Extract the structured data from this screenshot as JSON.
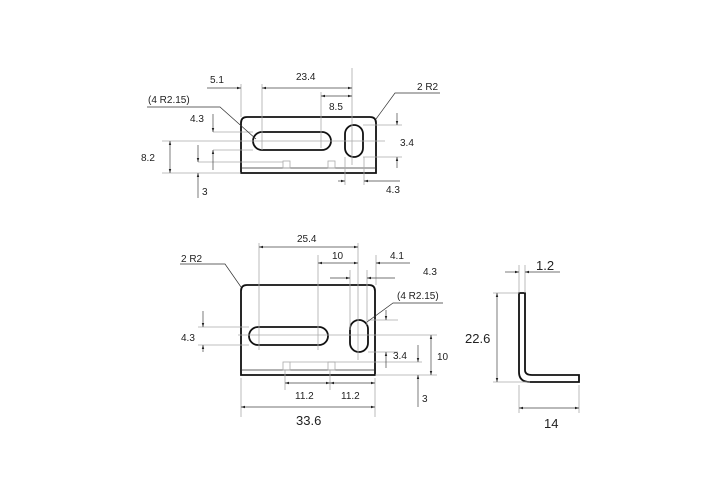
{
  "top_view": {
    "dim_5_1": "5.1",
    "dim_23_4": "23.4",
    "dim_8_5": "8.5",
    "corner_radius": "2 R2",
    "slot_radius": "(4 R2.15)",
    "dim_4_3_left": "4.3",
    "dim_8_2": "8.2",
    "dim_3": "3",
    "dim_3_4": "3.4",
    "dim_4_3_bottom": "4.3"
  },
  "front_view": {
    "dim_25_4": "25.4",
    "dim_10_top": "10",
    "dim_4_1": "4.1",
    "dim_4_3_top": "4.3",
    "corner_radius": "2 R2",
    "slot_radius": "(4 R2.15)",
    "dim_4_3_left": "4.3",
    "dim_3_4": "3.4",
    "dim_10_right": "10",
    "dim_3": "3",
    "dim_11_2_left": "11.2",
    "dim_11_2_right": "11.2",
    "dim_33_6": "33.6"
  },
  "side_view": {
    "dim_1_2": "1.2",
    "dim_22_6": "22.6",
    "dim_14": "14"
  }
}
